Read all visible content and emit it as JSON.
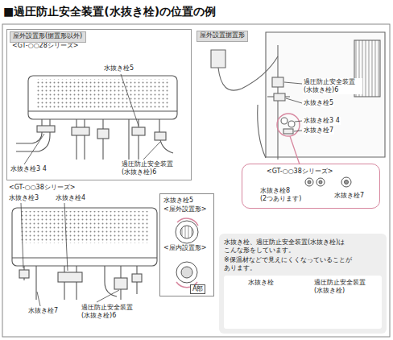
{
  "diagram": {
    "title": "■過圧防止安全装置(水抜き栓)の位置の例",
    "nodes": [
      {
        "text": [
          "<GT-○○28シリーズ>"
        ]
      },
      {
        "text": [
          "屋外設置形(据置形以外)"
        ],
        "in": 0
      },
      {
        "text": [
          "屋外設置据置形"
        ]
      },
      {
        "text": [
          "<GT-○○38シリーズ>"
        ]
      },
      {
        "text": [
          "水抜き栓5",
          "<屋外設置形>",
          "<屋内設置形>"
        ]
      },
      {
        "text": [
          "水抜き栓、過圧防止安全装置(水抜き栓)は こんな形をしています。",
          "※保温材などで見えにくくなっていることが あります。"
        ]
      },
      {
        "text": [
          "水抜き栓",
          "過圧防止安全装置 (水抜き栓)"
        ],
        "in": 5
      }
    ],
    "labels": [
      "水抜き栓5",
      "水抜き栓3 4",
      "過圧防止安全装置 (水抜き栓)6",
      "過圧防止安全装置 (水抜き栓)6",
      "水抜き栓5",
      "水抜き栓3 4",
      "水抜き栓7",
      "水抜き栓8 (2つあります)",
      "水抜き栓7",
      "<GT-○○38シリーズ>",
      "水抜き栓3",
      "水抜き栓4",
      "水抜き栓7",
      "過圧防止安全装置 (水抜き栓)6",
      "A部"
    ]
  }
}
